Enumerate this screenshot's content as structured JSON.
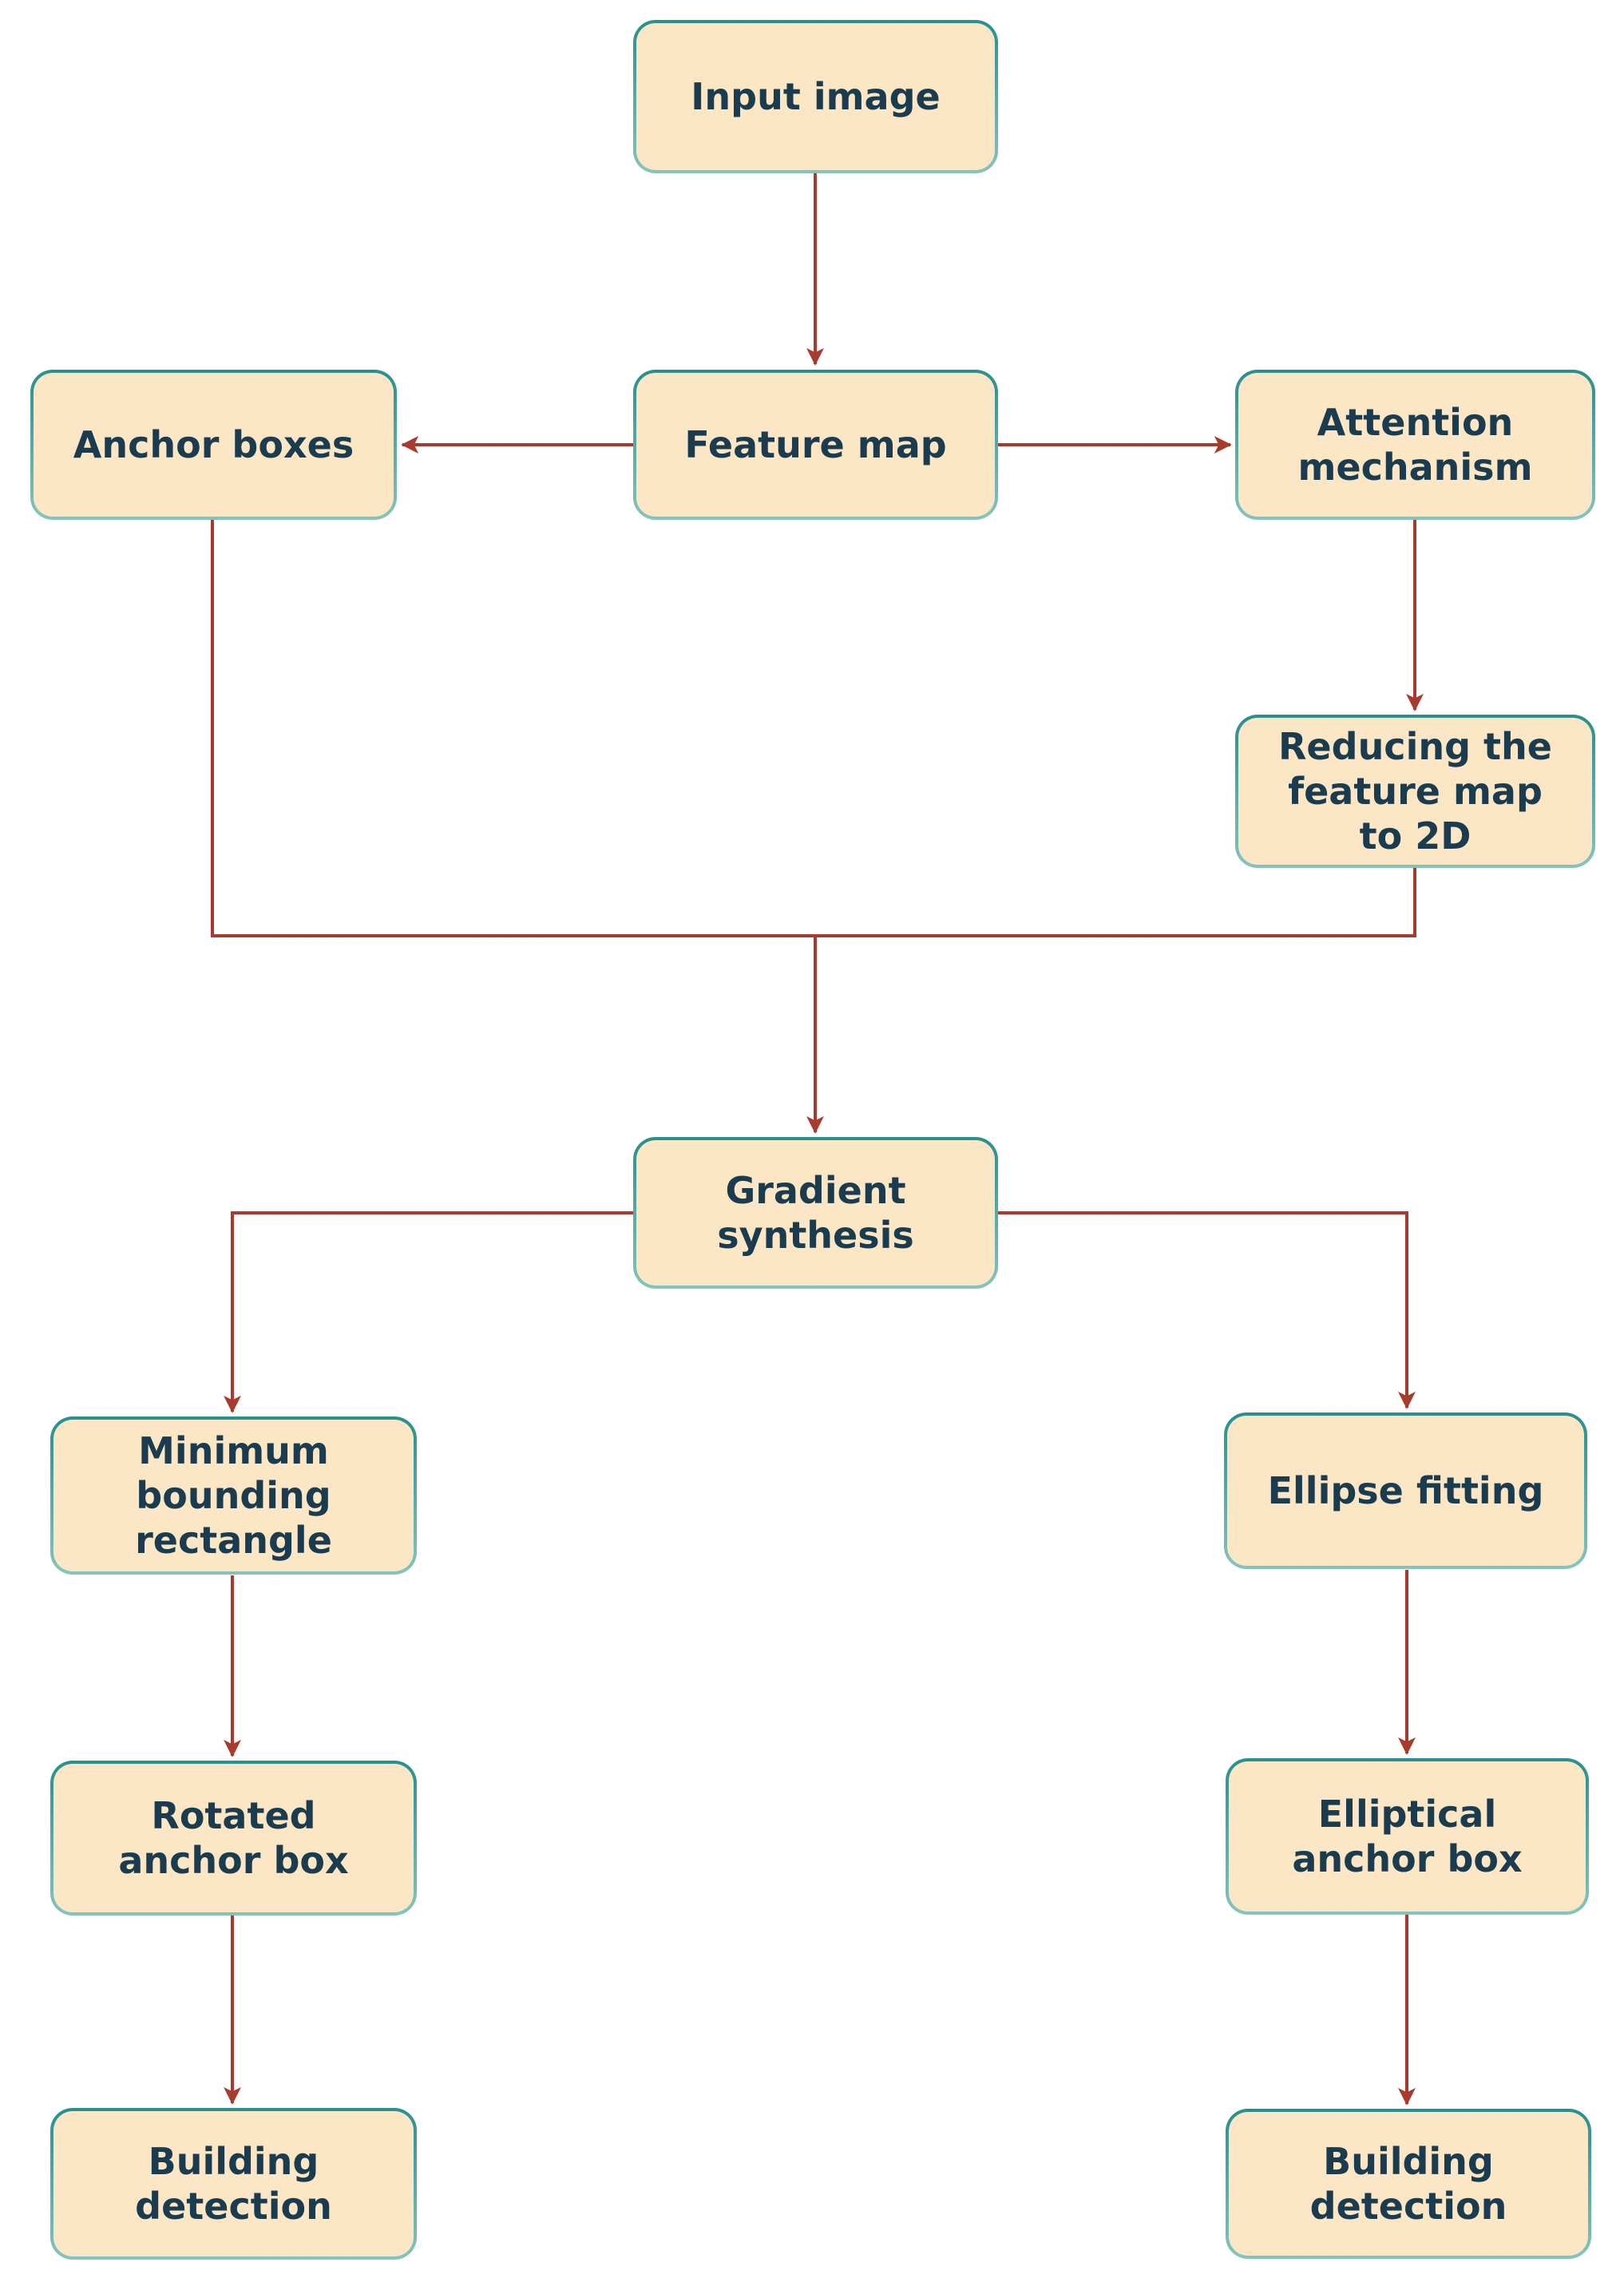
{
  "diagram": {
    "title": "Building detection pipeline flowchart",
    "nodes": {
      "input_image": {
        "label": "Input image"
      },
      "feature_map": {
        "label": "Feature map"
      },
      "anchor_boxes": {
        "label": "Anchor boxes"
      },
      "attention_mechanism": {
        "label": "Attention mechanism"
      },
      "reduce_2d": {
        "label": "Reducing the feature map to 2D"
      },
      "gradient_synthesis": {
        "label": "Gradient synthesis"
      },
      "min_bounding_rect": {
        "label": "Minimum bounding rectangle"
      },
      "ellipse_fitting": {
        "label": "Ellipse fitting"
      },
      "rotated_anchor_box": {
        "label": "Rotated anchor box"
      },
      "elliptical_anchor_box": {
        "label": "Elliptical anchor box"
      },
      "building_detection_left": {
        "label": "Building detection"
      },
      "building_detection_right": {
        "label": "Building detection"
      }
    },
    "edges": [
      {
        "from": "input_image",
        "to": "feature_map"
      },
      {
        "from": "feature_map",
        "to": "anchor_boxes"
      },
      {
        "from": "feature_map",
        "to": "attention_mechanism"
      },
      {
        "from": "attention_mechanism",
        "to": "reduce_2d"
      },
      {
        "from": "anchor_boxes",
        "to": "gradient_synthesis"
      },
      {
        "from": "reduce_2d",
        "to": "gradient_synthesis"
      },
      {
        "from": "gradient_synthesis",
        "to": "min_bounding_rect"
      },
      {
        "from": "gradient_synthesis",
        "to": "ellipse_fitting"
      },
      {
        "from": "min_bounding_rect",
        "to": "rotated_anchor_box"
      },
      {
        "from": "ellipse_fitting",
        "to": "elliptical_anchor_box"
      },
      {
        "from": "rotated_anchor_box",
        "to": "building_detection_left"
      },
      {
        "from": "elliptical_anchor_box",
        "to": "building_detection_right"
      }
    ],
    "colors": {
      "background": "#ffffff",
      "node_fill": "#fbe6c5",
      "node_border_top": "#27908e",
      "node_border_bottom": "#85c4bd",
      "node_text": "#1b3c4e",
      "arrow": "#a93a2e"
    }
  }
}
